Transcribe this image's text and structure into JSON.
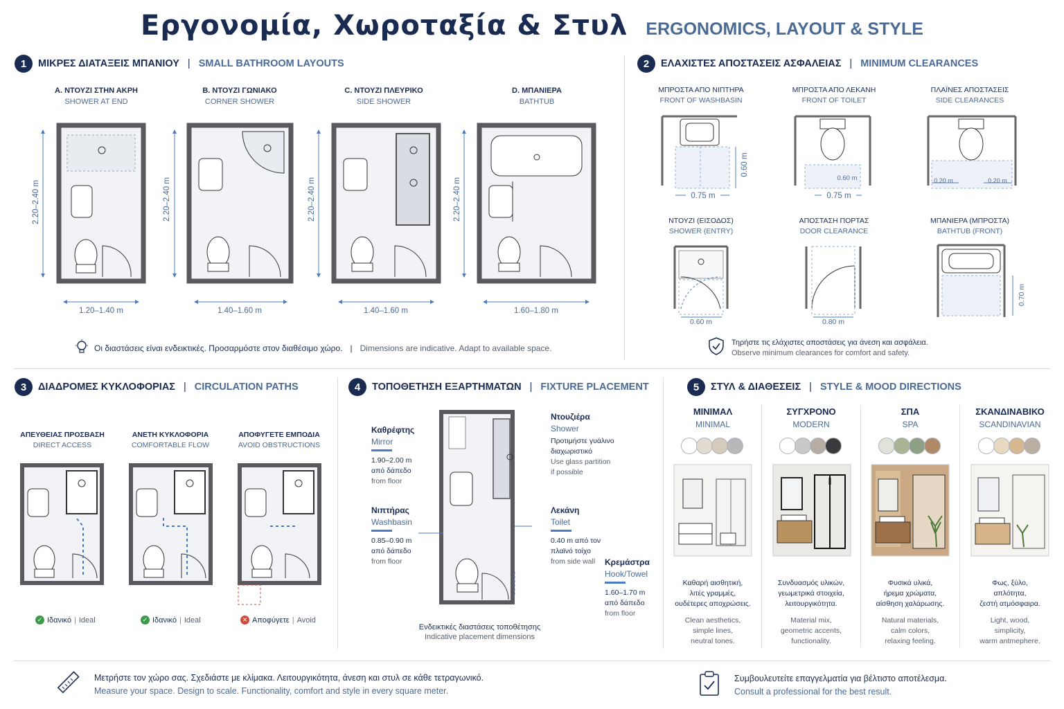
{
  "header": {
    "title_gr": "Εργονομία, Χωροταξία & Στυλ",
    "title_en": "ERGONOMICS, LAYOUT & STYLE"
  },
  "s1": {
    "num": "1",
    "title_gr": "ΜΙΚΡΕΣ ΔΙΑΤΑΞΕΙΣ ΜΠΑΝΙΟΥ",
    "title_en": "SMALL BATHROOM LAYOUTS",
    "plans": [
      {
        "gr": "A. ΝΤΟΥΖΙ ΣΤΗΝ ΑΚΡΗ",
        "en": "SHOWER AT END",
        "h": "2.20–2.40 m",
        "w": "1.20–1.40 m"
      },
      {
        "gr": "B. ΝΤΟΥΖΙ ΓΩΝΙΑΚΟ",
        "en": "CORNER SHOWER",
        "h": "2.20–2.40 m",
        "w": "1.40–1.60 m"
      },
      {
        "gr": "C. ΝΤΟΥΖΙ ΠΛΕΥΡΙΚΟ",
        "en": "SIDE SHOWER",
        "h": "2.20–2.40 m",
        "w": "1.40–1.60 m"
      },
      {
        "gr": "D. ΜΠΑΝΙΕΡΑ",
        "en": "BATHTUB",
        "h": "2.20–2.40 m",
        "w": "1.60–1.80 m"
      }
    ],
    "note_gr": "Οι διαστάσεις είναι ενδεικτικές. Προσαρμόστε στον διαθέσιμο χώρο.",
    "note_sep": "|",
    "note_en": "Dimensions are indicative. Adapt to available space."
  },
  "s2": {
    "num": "2",
    "title_gr": "ΕΛΑΧΙΣΤΕΣ ΑΠΟΣΤΑΣΕΙΣ ΑΣΦΑΛΕΙΑΣ",
    "title_en": "MINIMUM CLEARANCES",
    "items": [
      {
        "gr": "ΜΠΡΟΣΤΑ ΑΠΟ ΝΙΠΤΗΡΑ",
        "en": "FRONT OF WASHBASIN",
        "dim1": "0.75 m",
        "dim2": "0.60 m"
      },
      {
        "gr": "ΜΠΡΟΣΤΑ ΑΠΟ ΛΕΚΑΝΗ",
        "en": "FRONT OF TOILET",
        "dim1": "0.75 m",
        "dim2": "0.60 m"
      },
      {
        "gr": "ΠΛΑΪΝΕΣ ΑΠΟΣΤΑΣΕΙΣ",
        "en": "SIDE CLEARANCES",
        "dim1": "0.20 m",
        "dim2": "0.20 m"
      },
      {
        "gr": "ΝΤΟΥΖΙ (ΕΙΣΟΔΟΣ)",
        "en": "SHOWER (ENTRY)",
        "dim1": "0.60 m"
      },
      {
        "gr": "ΑΠΟΣΤΑΣΗ ΠΟΡΤΑΣ",
        "en": "DOOR CLEARANCE",
        "dim1": "0.80 m"
      },
      {
        "gr": "ΜΠΑΝΙΕΡΑ (ΜΠΡΟΣΤΑ)",
        "en": "BATHTUB (FRONT)",
        "dim1": "0.70 m"
      }
    ],
    "note_gr": "Τηρήστε τις ελάχιστες αποστάσεις για άνεση και ασφάλεια.",
    "note_en": "Observe minimum clearances for comfort and safety."
  },
  "s3": {
    "num": "3",
    "title_gr": "ΔΙΑΔΡΟΜΕΣ ΚΥΚΛΟΦΟΡΙΑΣ",
    "title_en": "CIRCULATION PATHS",
    "items": [
      {
        "gr": "ΑΠΕΥΘΕΙΑΣ ΠΡΟΣΒΑΣΗ",
        "en": "DIRECT ACCESS",
        "status_gr": "Ιδανικό",
        "status_en": "Ideal",
        "ok": true
      },
      {
        "gr": "ΑΝΕΤΗ ΚΥΚΛΟΦΟΡΙΑ",
        "en": "COMFORTABLE FLOW",
        "status_gr": "Ιδανικό",
        "status_en": "Ideal",
        "ok": true
      },
      {
        "gr": "ΑΠΟΦΥΓΕΤΕ ΕΜΠΟΔΙΑ",
        "en": "AVOID OBSTRUCTIONS",
        "status_gr": "Αποφύγετε",
        "status_en": "Avoid",
        "ok": false
      }
    ]
  },
  "s4": {
    "num": "4",
    "title_gr": "ΤΟΠΟΘΕΤΗΣΗ ΕΞΑΡΤΗΜΑΤΩΝ",
    "title_en": "FIXTURE PLACEMENT",
    "mirror": {
      "gr": "Καθρέφτης",
      "en": "Mirror",
      "d1": "1.90–2.00 m",
      "d2": "από δάπεδο",
      "d3": "from floor"
    },
    "washbasin": {
      "gr": "Νιπτήρας",
      "en": "Washbasin",
      "d1": "0.85–0.90 m",
      "d2": "από δάπεδο",
      "d3": "from floor"
    },
    "shower": {
      "gr": "Ντουζιέρα",
      "en": "Shower",
      "d1": "Προτιμήστε γυάλινο",
      "d2": "διαχωριστικό",
      "d3": "Use glass partition",
      "d4": "if possible"
    },
    "toilet": {
      "gr": "Λεκάνη",
      "en": "Toilet",
      "d1": "0.40 m από τον",
      "d2": "πλαϊνό τοίχο",
      "d3": "from side wall"
    },
    "hook": {
      "gr": "Κρεμάστρα",
      "en": "Hook/Towel",
      "d1": "1.60–1.70 m",
      "d2": "από δάπεδο",
      "d3": "from floor"
    },
    "cap_gr": "Ενδεικτικές διαστάσεις τοποθέτησης",
    "cap_en": "Indicative placement dimensions"
  },
  "s5": {
    "num": "5",
    "title_gr": "ΣΤΥΛ & ΔΙΑΘΕΣΕΙΣ",
    "title_en": "STYLE & MOOD DIRECTIONS",
    "styles": [
      {
        "gr": "ΜΙΝΙΜΑΛ",
        "en": "MINIMAL",
        "colors": [
          "#ffffff",
          "#e2dbd0",
          "#d4cbbd",
          "#b8b8ba"
        ],
        "d_gr": [
          "Καθαρή αισθητική,",
          "λιτές γραμμές,",
          "ουδέτερες αποχρώσεις."
        ],
        "d_en": [
          "Clean aesthetics,",
          "simple lines,",
          "neutral tones."
        ]
      },
      {
        "gr": "ΣΥΓΧΡΟΝΟ",
        "en": "MODERN",
        "colors": [
          "#ffffff",
          "#c9c9c9",
          "#b5ada2",
          "#3a3a3c"
        ],
        "d_gr": [
          "Συνδυασμός υλικών,",
          "γεωμετρικά στοιχεία,",
          "λειτουργικότητα."
        ],
        "d_en": [
          "Material mix,",
          "geometric accents,",
          "functionality."
        ]
      },
      {
        "gr": "ΣΠΑ",
        "en": "SPA",
        "colors": [
          "#dfe3d8",
          "#a7b595",
          "#8ea184",
          "#b08a67"
        ],
        "d_gr": [
          "Φυσικά υλικά,",
          "ήρεμα χρώματα,",
          "αίσθηση χαλάρωσης."
        ],
        "d_en": [
          "Natural materials,",
          "calm colors,",
          "relaxing feeling."
        ]
      },
      {
        "gr": "ΣΚΑΝΔΙΝΑΒΙΚΟ",
        "en": "SCANDINAVIAN",
        "colors": [
          "#ffffff",
          "#e9d9c2",
          "#d7b791",
          "#b9aea0"
        ],
        "d_gr": [
          "Φως, ξύλο,",
          "απλότητα,",
          "ζεστή ατμόσφαιρα."
        ],
        "d_en": [
          "Light, wood,",
          "simplicity,",
          "warm antmephere."
        ]
      }
    ]
  },
  "footer": {
    "left_gr": "Μετρήστε τον χώρο σας. Σχεδιάστε με κλίμακα. Λειτουργικότητα, άνεση και στυλ σε κάθε τετραγωνικό.",
    "left_en": "Measure your space. Design to scale. Functionality, comfort and style in every square meter.",
    "right_gr": "Συμβουλευτείτε επαγγελματία για βέλτιστο αποτέλεσμα.",
    "right_en": "Consult a professional for the best result."
  }
}
